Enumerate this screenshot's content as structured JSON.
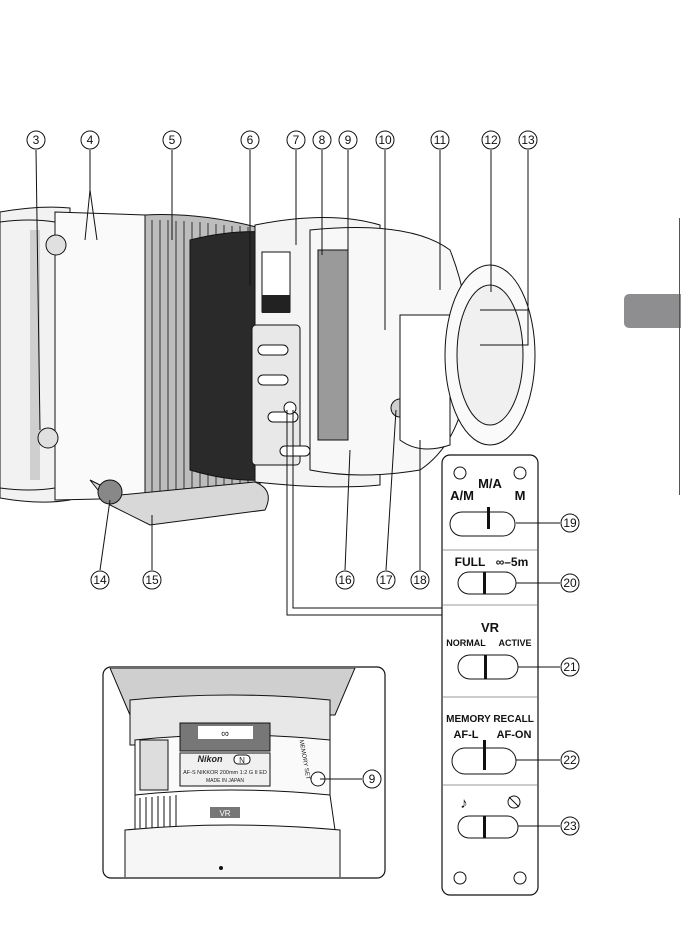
{
  "callouts": {
    "top": [
      "3",
      "4",
      "5",
      "6",
      "7",
      "8",
      "9",
      "10",
      "11",
      "12",
      "13"
    ],
    "bottom": [
      "14",
      "15",
      "16",
      "17",
      "18"
    ],
    "panel": [
      "19",
      "20",
      "21",
      "22",
      "23"
    ],
    "inset": "9"
  },
  "switch_panel": {
    "focus_mode": {
      "left": "A/M",
      "center": "M/A",
      "right": "M"
    },
    "focus_limit": {
      "left": "FULL",
      "right": "∞–5m"
    },
    "vr": {
      "title": "VR",
      "left": "NORMAL",
      "right": "ACTIVE"
    },
    "memory": {
      "title": "MEMORY RECALL",
      "left": "AF-L",
      "right": "AF-ON"
    },
    "sound": {
      "left_icon": "music-note-icon",
      "left": "♪",
      "right_icon": "sound-off-icon"
    }
  },
  "inset": {
    "brand": "Nikon",
    "badge": "N",
    "model": "AF-S NIKKOR 200mm 1:2 G II ED",
    "origin": "MADE IN JAPAN",
    "memory_set": "MEMORY SET",
    "vr_label": "VR",
    "distance": "∞"
  },
  "colors": {
    "tab": "#8e8e90",
    "line": "#111111"
  }
}
